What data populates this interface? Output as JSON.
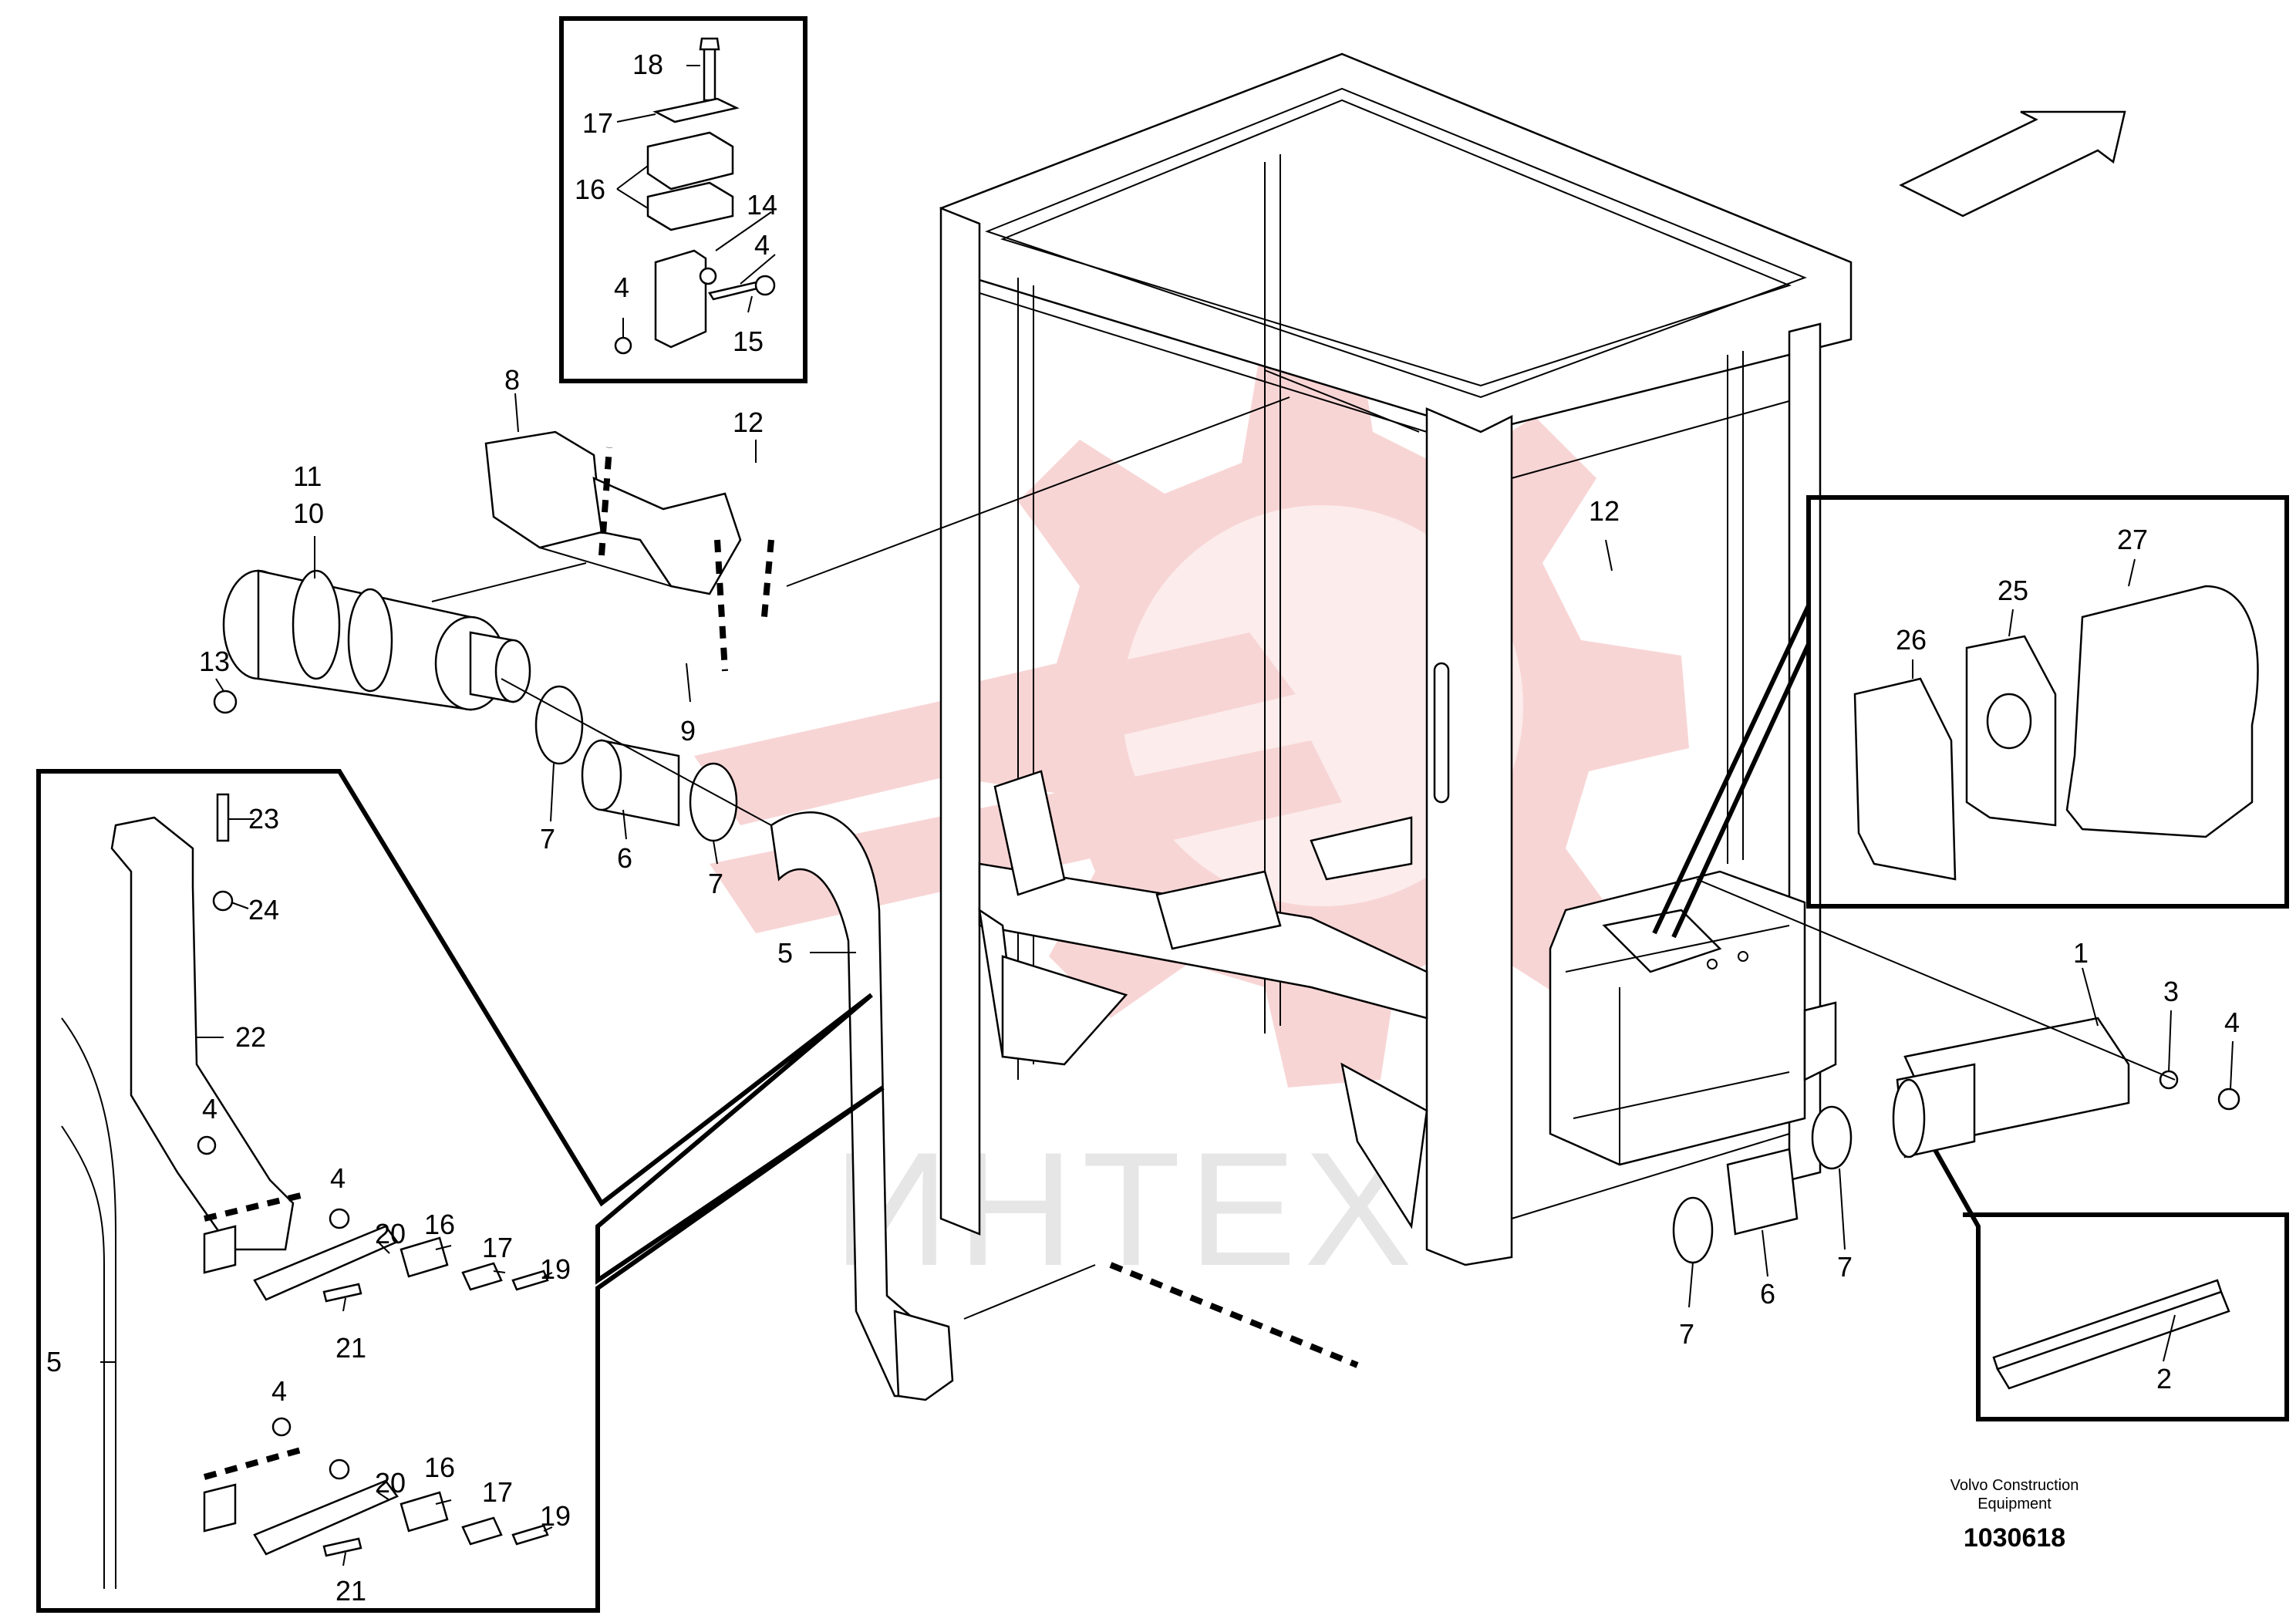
{
  "watermark": {
    "text": "ИНТЕХ",
    "logo_color": "#f6c7c7"
  },
  "caption": {
    "brand_line1": "Volvo Construction",
    "brand_line2": "Equipment",
    "doc_number": "1030618"
  },
  "callouts": [
    {
      "id": "c18",
      "label": "18"
    },
    {
      "id": "c17a",
      "label": "17"
    },
    {
      "id": "c16a",
      "label": "16"
    },
    {
      "id": "c14",
      "label": "14"
    },
    {
      "id": "c4a",
      "label": "4"
    },
    {
      "id": "c4b",
      "label": "4"
    },
    {
      "id": "c15",
      "label": "15"
    },
    {
      "id": "c8",
      "label": "8"
    },
    {
      "id": "c12a",
      "label": "12"
    },
    {
      "id": "c11",
      "label": "11"
    },
    {
      "id": "c10",
      "label": "10"
    },
    {
      "id": "c13",
      "label": "13"
    },
    {
      "id": "c9",
      "label": "9"
    },
    {
      "id": "c7a",
      "label": "7"
    },
    {
      "id": "c6a",
      "label": "6"
    },
    {
      "id": "c7b",
      "label": "7"
    },
    {
      "id": "c5a",
      "label": "5"
    },
    {
      "id": "c23",
      "label": "23"
    },
    {
      "id": "c24",
      "label": "24"
    },
    {
      "id": "c22",
      "label": "22"
    },
    {
      "id": "c4c",
      "label": "4"
    },
    {
      "id": "c4d",
      "label": "4"
    },
    {
      "id": "c20a",
      "label": "20"
    },
    {
      "id": "c16b",
      "label": "16"
    },
    {
      "id": "c17b",
      "label": "17"
    },
    {
      "id": "c19a",
      "label": "19"
    },
    {
      "id": "c21a",
      "label": "21"
    },
    {
      "id": "c5b",
      "label": "5"
    },
    {
      "id": "c4e",
      "label": "4"
    },
    {
      "id": "c20b",
      "label": "20"
    },
    {
      "id": "c16c",
      "label": "16"
    },
    {
      "id": "c17c",
      "label": "17"
    },
    {
      "id": "c19b",
      "label": "19"
    },
    {
      "id": "c21b",
      "label": "21"
    },
    {
      "id": "c12b",
      "label": "12"
    },
    {
      "id": "c27",
      "label": "27"
    },
    {
      "id": "c25",
      "label": "25"
    },
    {
      "id": "c26",
      "label": "26"
    },
    {
      "id": "c1",
      "label": "1"
    },
    {
      "id": "c3",
      "label": "3"
    },
    {
      "id": "c4f",
      "label": "4"
    },
    {
      "id": "c7c",
      "label": "7"
    },
    {
      "id": "c6b",
      "label": "6"
    },
    {
      "id": "c7d",
      "label": "7"
    },
    {
      "id": "c2",
      "label": "2"
    }
  ]
}
